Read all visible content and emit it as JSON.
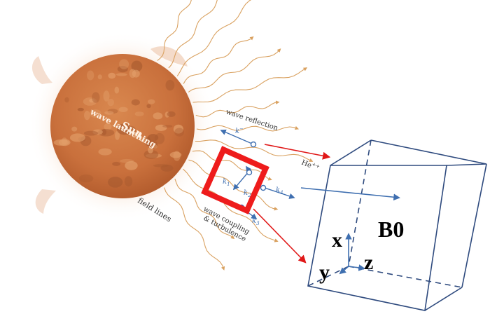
{
  "sun": {
    "title": "Sun",
    "subtitle": "wave launching"
  },
  "labels": {
    "wave_reflection": "wave reflection",
    "field_lines": "field lines",
    "wave_coupling": "wave coupling",
    "turbulence": "& turbulence",
    "helium": "He",
    "helium_charge": "++",
    "k_minus": "k",
    "k_minus_sup": "−",
    "k1": "k",
    "k1_sub": "1",
    "k2": "k",
    "k2_sub": "2",
    "k3": "k",
    "k3_sub": "3",
    "k4": "k",
    "k4_sub": "4"
  },
  "box": {
    "field_label": "B0",
    "axis_x": "x",
    "axis_y": "y",
    "axis_z": "z"
  },
  "colors": {
    "sun_fill": "#cf7a45",
    "sun_dark": "#a75a30",
    "field_line": "#d9a160",
    "wave_blue": "#3f6fb0",
    "box_stroke": "#2e4a7e",
    "highlight_red": "#ee1c1c",
    "corona": "#f3d8c2"
  }
}
